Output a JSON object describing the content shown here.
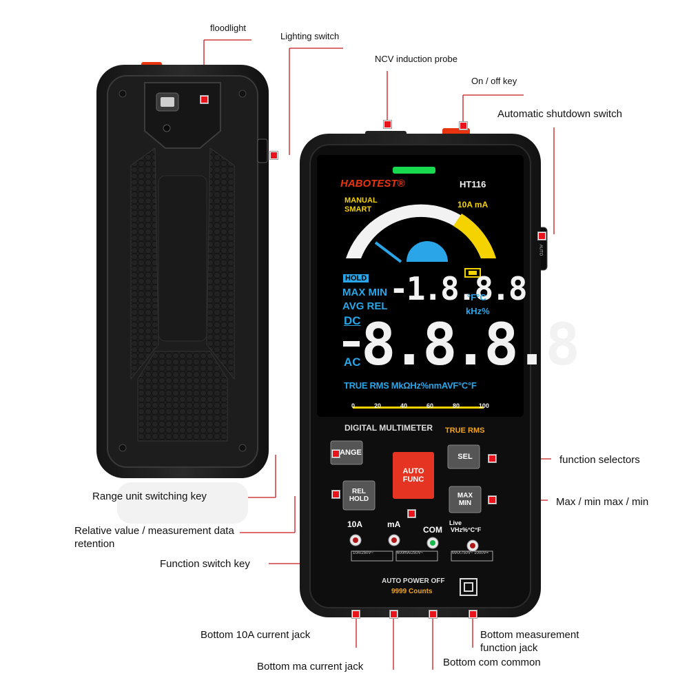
{
  "callouts": {
    "floodlight": "floodlight",
    "lighting_switch": "Lighting switch",
    "ncv_probe": "NCV induction probe",
    "on_off_key": "On / off key",
    "auto_shutdown": "Automatic shutdown switch",
    "function_selectors": "function selectors",
    "range_key": "Range unit switching key",
    "max_min": "Max / min max / min",
    "relative_value": "Relative value / measurement data retention",
    "function_switch": "Function switch key",
    "jack_10a": "Bottom 10A current jack",
    "jack_ma": "Bottom ma current jack",
    "jack_com": "Bottom com common",
    "jack_measure": "Bottom measurement function jack"
  },
  "device": {
    "brand": "HABOTEST®",
    "model": "HT116",
    "mode_manual": "MANUAL",
    "mode_smart": "SMART",
    "current_10a_ma": "10A mA",
    "hold": "HOLD",
    "max_min": "MAX MIN",
    "avg_rel": "AVG REL",
    "dc": "DC",
    "ac": "AC",
    "small_digits": "-1.8.8.8",
    "big_digits": "8.8.8.8",
    "temp_units": "°F°C",
    "freq_units": "kHz%",
    "bottom_units": "TRUE RMS MkΩHz%nmAVF°C°F",
    "scale": [
      "0",
      "20",
      "40",
      "60",
      "80",
      "100"
    ],
    "title": "DIGITAL MULTIMETER",
    "true_rms": "TRUE RMS",
    "btn_range": "RANGE",
    "btn_sel": "SEL",
    "btn_auto": "AUTO",
    "btn_func": "FUNC",
    "btn_rel": "REL",
    "btn_hold": "HOLD",
    "btn_max": "MAX",
    "btn_min": "MIN",
    "jack_10a": "10A",
    "jack_ma": "mA",
    "jack_com": "COM",
    "jack_live": "Live",
    "jack_funcs": "VHz%°C°F",
    "rating_10a": "10A/250V~",
    "rating_ma": "600mA/250V~",
    "rating_v": "MAX750V~ 1000V=",
    "auto_power_off": "AUTO POWER OFF",
    "counts": "9999 Counts",
    "side_switch": "AUTO"
  },
  "colors": {
    "marker": "#e8141b",
    "accent_orange": "#f2a51b",
    "lcd_blue": "#2aa6e8",
    "lcd_yellow": "#f5d300",
    "auto_button": "#e63422"
  }
}
